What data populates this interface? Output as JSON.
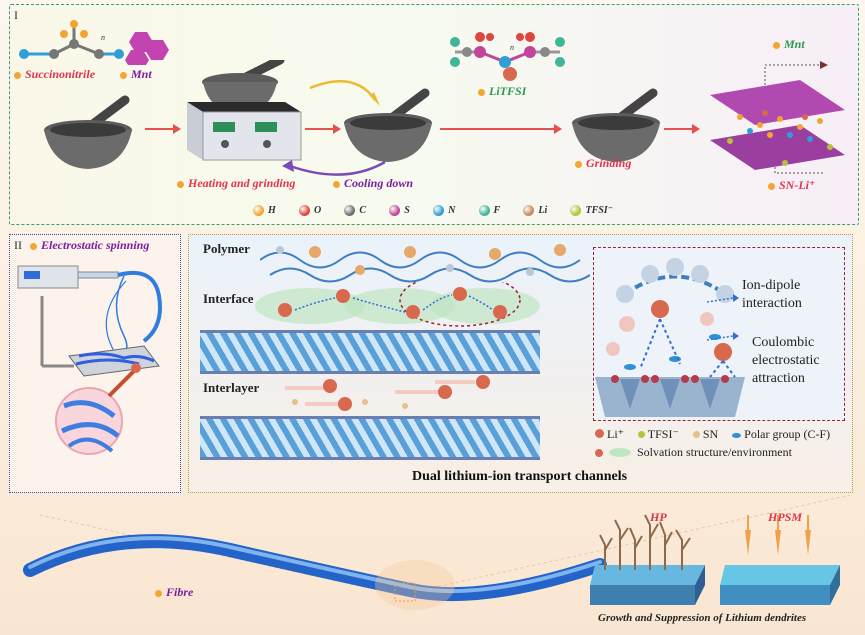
{
  "colors": {
    "panel1_border": "#2fa36b",
    "panel2_left_border": "#3b4aa8",
    "panel2_right_border": "#b89a3a",
    "accent_red": "#e0344a",
    "accent_purple": "#7a1fa2",
    "accent_green": "#2c9a4a",
    "li_ion": "#d8684e"
  },
  "panel1": {
    "roman": "I",
    "labels": {
      "succinonitrile": "Succinonitrile",
      "mnt_left": "Mnt",
      "n_sub": "n",
      "litfsi": "LiTFSI",
      "heating": "Heating and grinding",
      "cooling": "Cooling down",
      "grinding": "Grinding",
      "mnt_right": "Mnt",
      "sn_li": "SN-Li⁺"
    },
    "legend": [
      {
        "symbol": "H",
        "color": "#f2a531"
      },
      {
        "symbol": "O",
        "color": "#e0453f"
      },
      {
        "symbol": "C",
        "color": "#6e6e6e"
      },
      {
        "symbol": "S",
        "color": "#c2459a"
      },
      {
        "symbol": "N",
        "color": "#2f9fd8"
      },
      {
        "symbol": "F",
        "color": "#3fb59a"
      },
      {
        "symbol": "Li",
        "color": "#c9895a"
      },
      {
        "symbol": "TFSI⁻",
        "color": "#b7c23a"
      }
    ]
  },
  "panel2": {
    "roman": "II",
    "spinning": "Electrostatic spinning",
    "tags": {
      "polymer": "Polymer",
      "interface": "Interface",
      "interlayer": "Interlayer"
    },
    "inset": {
      "ion_dipole": "Ion-dipole interaction",
      "coulombic": "Coulombic electrostatic attraction"
    },
    "legend": {
      "li": "Li⁺",
      "tfsi": "TFSI⁻",
      "sn": "SN",
      "polar": "Polar group (C-F)",
      "solvation": "Solvation structure/environment"
    },
    "title": "Dual lithium-ion transport channels"
  },
  "bottom": {
    "fibre": "Fibre",
    "hp": "HP",
    "hpsm": "HPSM",
    "dendrites": "Growth and Suppression of Lithium dendrites"
  }
}
